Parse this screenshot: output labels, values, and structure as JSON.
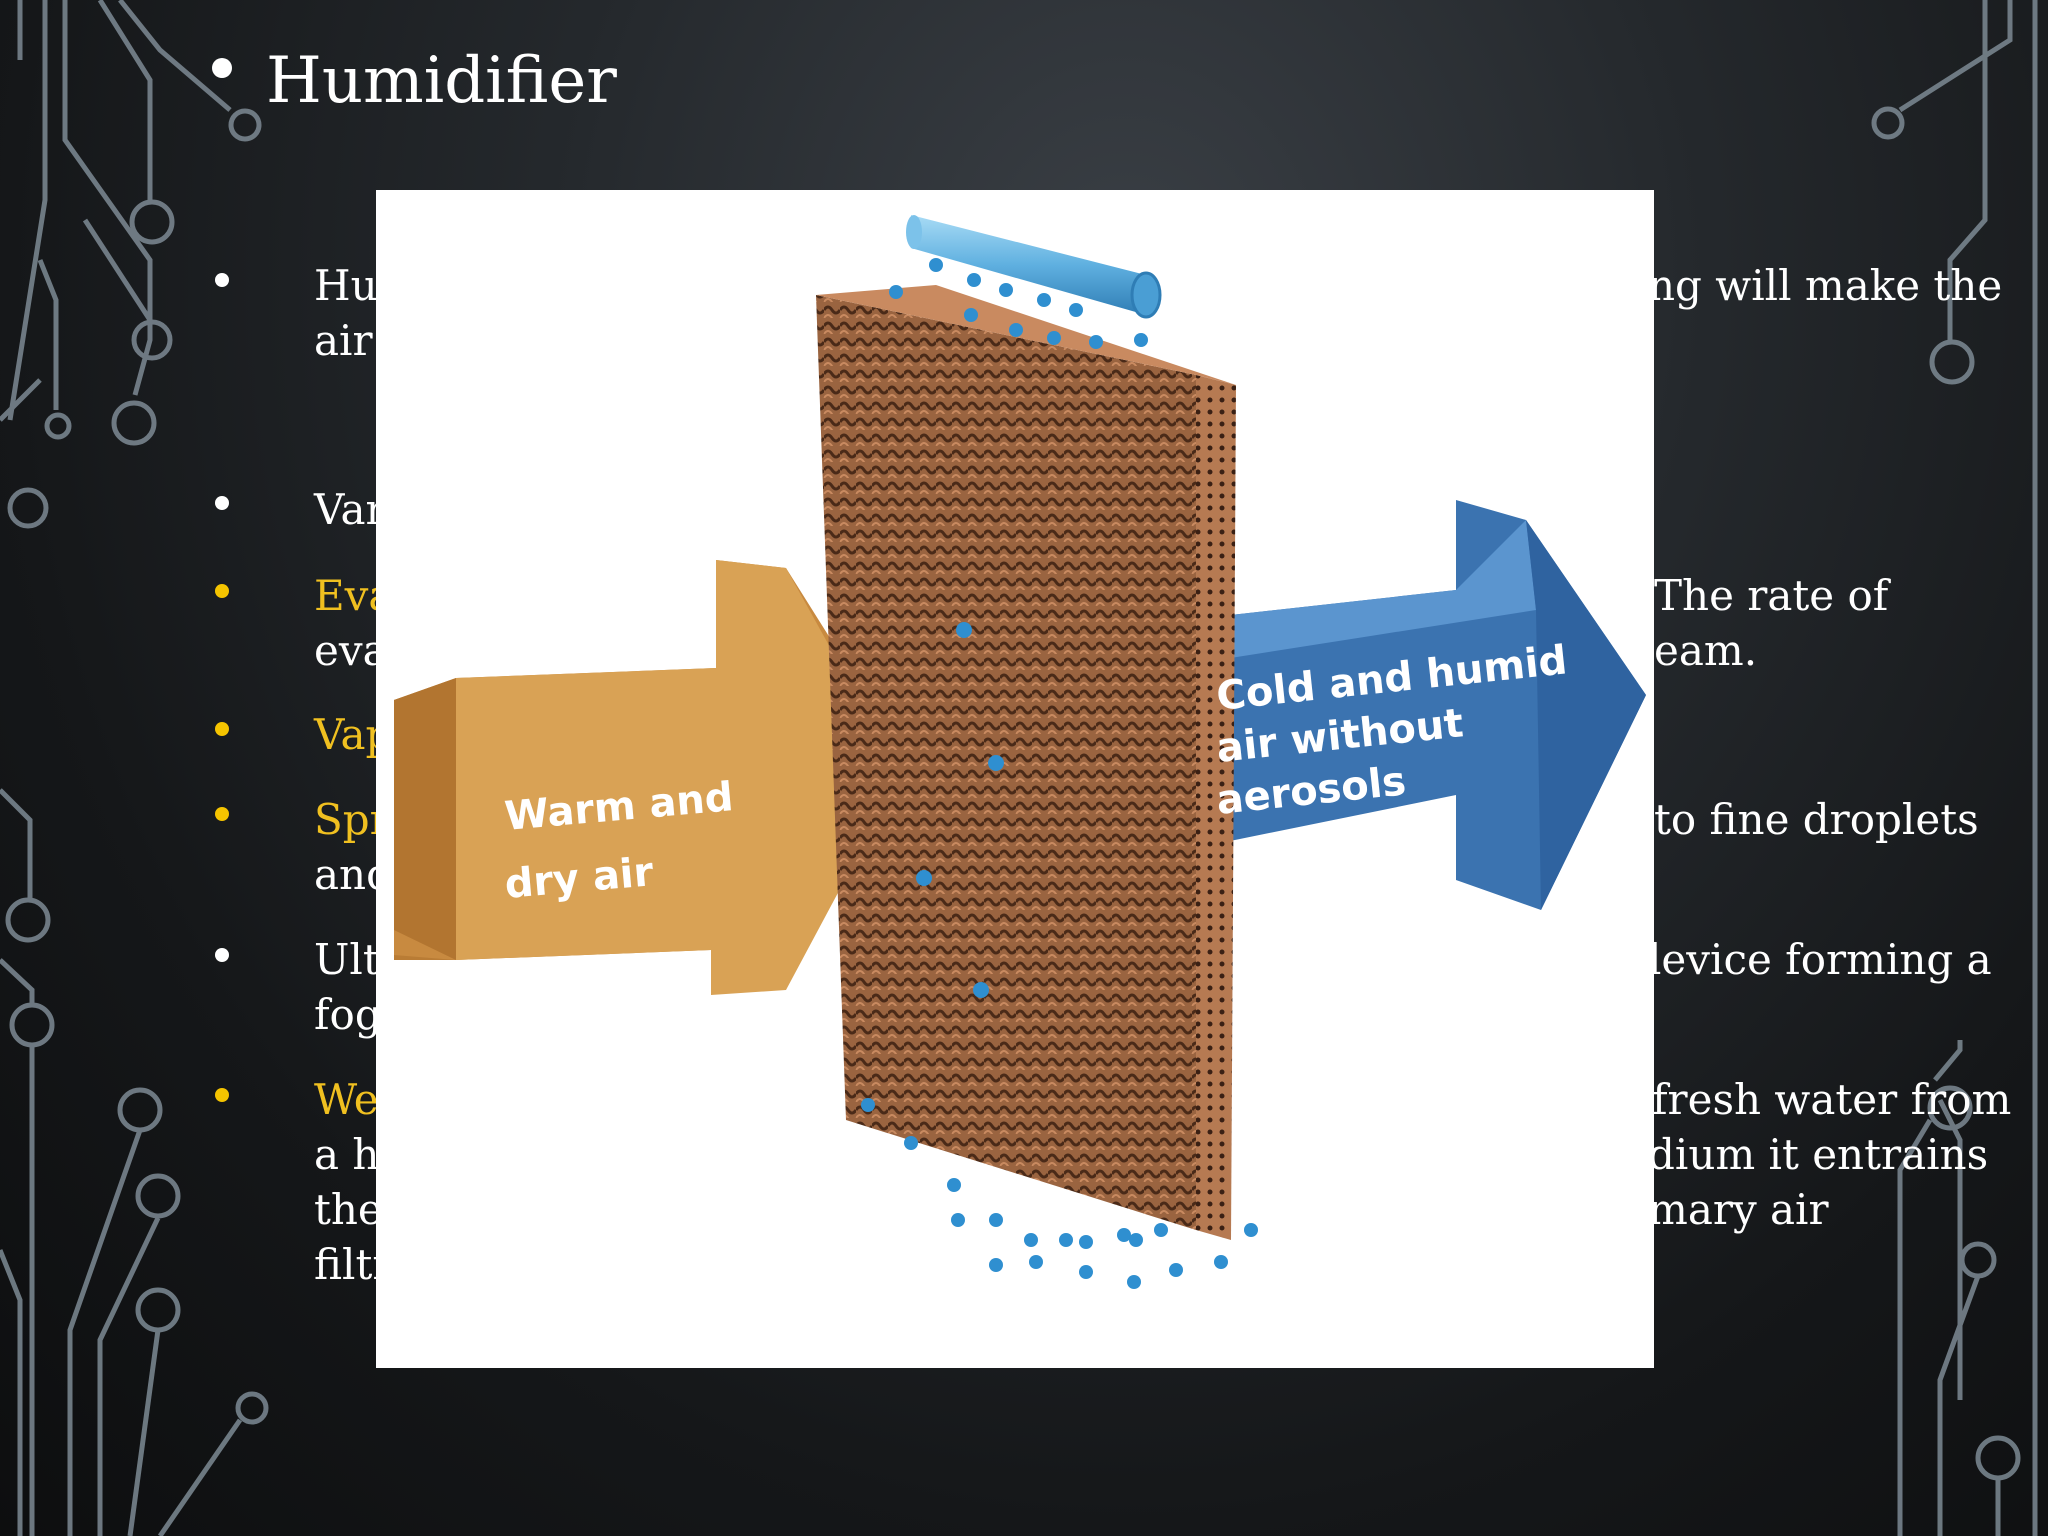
{
  "slide": {
    "title": "Humidifier",
    "right_fragments": {
      "l1": "ng will make the",
      "l2": "The rate of",
      "l3": "eam.",
      "l4": "to fine droplets",
      "l5": "levice forming a",
      "l6": "fresh water from",
      "l7": "dium it entrains",
      "l8": "mary air"
    },
    "left_fragments": {
      "l1": "Hu",
      "l2": "air",
      "l3": "Var",
      "l4": "Eva",
      "l5": "eva",
      "l6": "Vap",
      "l7": "Spr",
      "l8": "and",
      "l9": "Ult",
      "l10": "fog",
      "l11": "We",
      "l12": "a he",
      "l13": "the",
      "l14": "filtr"
    }
  },
  "figure": {
    "left_arrow_label_1": "Warm and",
    "left_arrow_label_2": "dry air",
    "right_arrow_label_1": "Cold and humid",
    "right_arrow_label_2": "air without",
    "right_arrow_label_3": "aerosols"
  },
  "colors": {
    "background": "#1a1c1e",
    "accent_yellow": "#f0c020",
    "circuit": "#7d8a94",
    "warm_arrow": "#d49a48",
    "cold_arrow": "#3f7fc0",
    "pad": "#8a5a3c",
    "pipe": "#6bb8e6"
  }
}
